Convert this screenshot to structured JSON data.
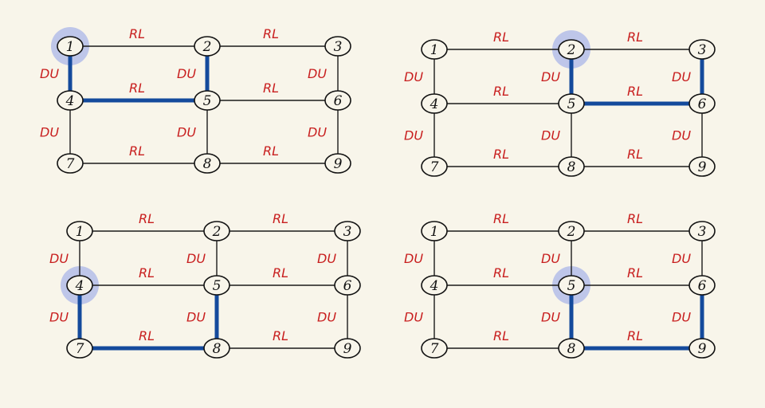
{
  "colors": {
    "background": "#f8f5ea",
    "edge": "#1b1b1b",
    "path": "#144a9c",
    "label": "#c81e1e",
    "highlight": "#8e9ee8"
  },
  "edge_labels": {
    "horizontal": "RL",
    "vertical": "DU"
  },
  "panels": [
    {
      "nodes": [
        "1",
        "2",
        "3",
        "4",
        "5",
        "6",
        "7",
        "8",
        "9"
      ],
      "highlighted": "1",
      "path": [
        "1",
        "4",
        "5",
        "2"
      ]
    },
    {
      "nodes": [
        "1",
        "2",
        "3",
        "4",
        "5",
        "6",
        "7",
        "8",
        "9"
      ],
      "highlighted": "2",
      "path": [
        "2",
        "5",
        "6",
        "3"
      ]
    },
    {
      "nodes": [
        "1",
        "2",
        "3",
        "4",
        "5",
        "6",
        "7",
        "8",
        "9"
      ],
      "highlighted": "4",
      "path": [
        "4",
        "7",
        "8",
        "5"
      ]
    },
    {
      "nodes": [
        "1",
        "2",
        "3",
        "4",
        "5",
        "6",
        "7",
        "8",
        "9"
      ],
      "highlighted": "5",
      "path": [
        "5",
        "8",
        "9",
        "6"
      ]
    }
  ]
}
